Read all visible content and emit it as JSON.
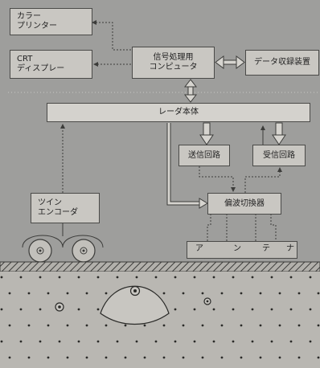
{
  "boxes": {
    "printer": [
      "カラー",
      "プリンター"
    ],
    "crt": [
      "CRT",
      "ディスプレー"
    ],
    "computer": [
      "信号処理用",
      "コンピュータ"
    ],
    "recorder": "データ収録装置",
    "radar": "レーダ本体",
    "tx": "送信回路",
    "rx": "受信回路",
    "encoder": [
      "ツイン",
      "エンコーダ"
    ],
    "switch": "偏波切換器",
    "antenna": [
      "ア",
      "ン",
      "テ",
      "ナ"
    ]
  },
  "colors": {
    "background": "#9e9e9c",
    "box_fill": "#c9c7c2",
    "line": "#3c3c3a",
    "soil_dots": "#2a2a28"
  }
}
